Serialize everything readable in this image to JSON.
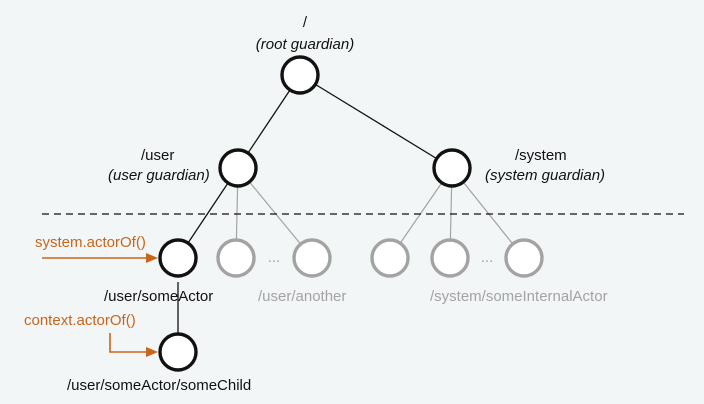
{
  "colors": {
    "ink": "#111111",
    "muted": "#a3a3a3",
    "accent": "#c8651b",
    "background": "#f3f6f7"
  },
  "nodes": {
    "root": {
      "path": "/",
      "role": "(root guardian)"
    },
    "user": {
      "path": "/user",
      "role": "(user guardian)"
    },
    "system": {
      "path": "/system",
      "role": "(system guardian)"
    },
    "some_actor": {
      "path": "/user/someActor"
    },
    "another": {
      "path": "/user/another"
    },
    "internal": {
      "path": "/system/someInternalActor"
    },
    "some_child": {
      "path": "/user/someActor/someChild"
    }
  },
  "ellipsis": "...",
  "annotations": {
    "system_actor_of": "system.actorOf()",
    "context_actor_of": "context.actorOf()"
  }
}
